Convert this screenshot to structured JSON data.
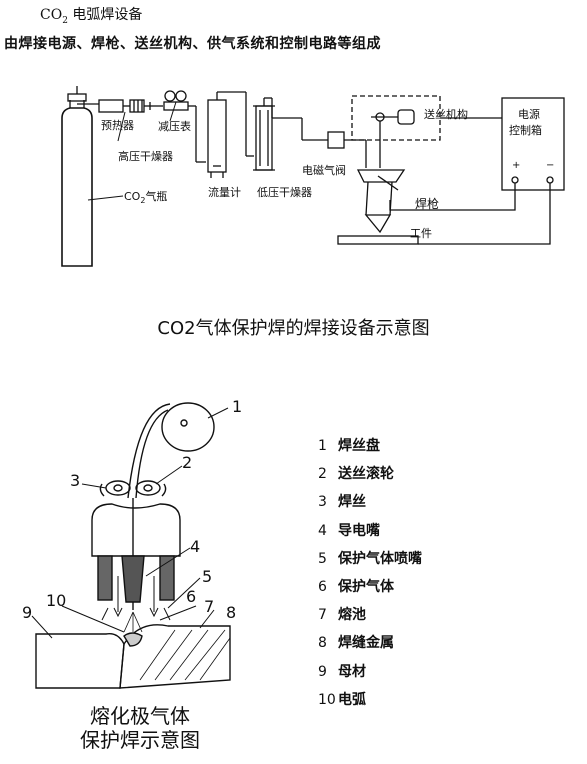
{
  "header": {
    "title_prefix": "CO",
    "title_sub": "2",
    "title_rest": " 电弧焊设备",
    "subtitle": "由焊接电源、焊枪、送丝机构、供气系统和控制电路等组成"
  },
  "diagram1": {
    "labels": {
      "preheater": "预热器",
      "hp_dryer": "高压干燥器",
      "reducer": "减压表",
      "flowmeter": "流量计",
      "lp_dryer": "低压干燥器",
      "solenoid": "电磁气阀",
      "feeder": "送丝机构",
      "power1": "电源",
      "power2": "控制箱",
      "torch": "焊枪",
      "workpiece": "工件",
      "cylinder_prefix": "CO",
      "cylinder_sub": "2",
      "cylinder_rest": "气瓶",
      "plus": "+",
      "minus": "−"
    },
    "caption": "CO2气体保护焊的焊接设备示意图"
  },
  "diagram2": {
    "callouts": [
      "1",
      "2",
      "3",
      "4",
      "5",
      "6",
      "7",
      "8",
      "9",
      "10"
    ],
    "caption_line1": "熔化极气体",
    "caption_line2": "保护焊示意图"
  },
  "legend": [
    {
      "num": "1",
      "text": "焊丝盘"
    },
    {
      "num": "2",
      "text": "送丝滚轮"
    },
    {
      "num": "3",
      "text": "焊丝"
    },
    {
      "num": "4",
      "text": "导电嘴"
    },
    {
      "num": "5",
      "text": "保护气体喷嘴"
    },
    {
      "num": "6",
      "text": "保护气体"
    },
    {
      "num": "7",
      "text": "熔池"
    },
    {
      "num": "8",
      "text": "焊缝金属"
    },
    {
      "num": "9",
      "text": "母材"
    },
    {
      "num": "10",
      "text": "电弧"
    }
  ]
}
